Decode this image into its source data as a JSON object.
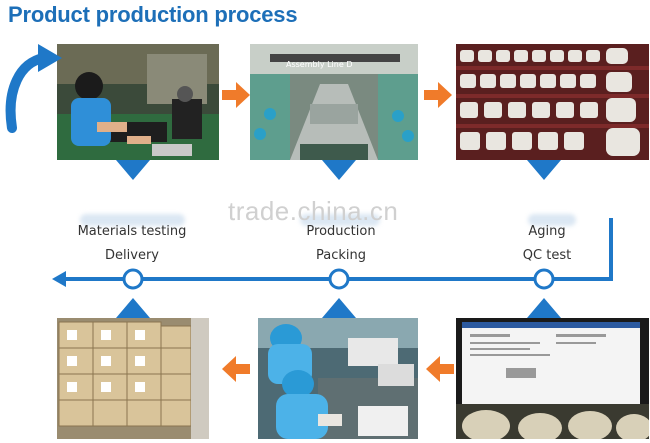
{
  "title": "Product production process",
  "watermark": "trade.china.cn",
  "stages_top": [
    {
      "upper": "Materials testing",
      "lower": "Delivery"
    },
    {
      "upper": "Production",
      "lower": "Packing"
    },
    {
      "upper": "Aging",
      "lower": "QC test"
    }
  ],
  "photo_text": {
    "assembly_sign": "Assembly Line D"
  },
  "colors": {
    "title": "#1d6fb8",
    "flow_line": "#1f78c8",
    "orange_arrow": "#f07b2a",
    "blue_triangle": "#1f78c8"
  }
}
